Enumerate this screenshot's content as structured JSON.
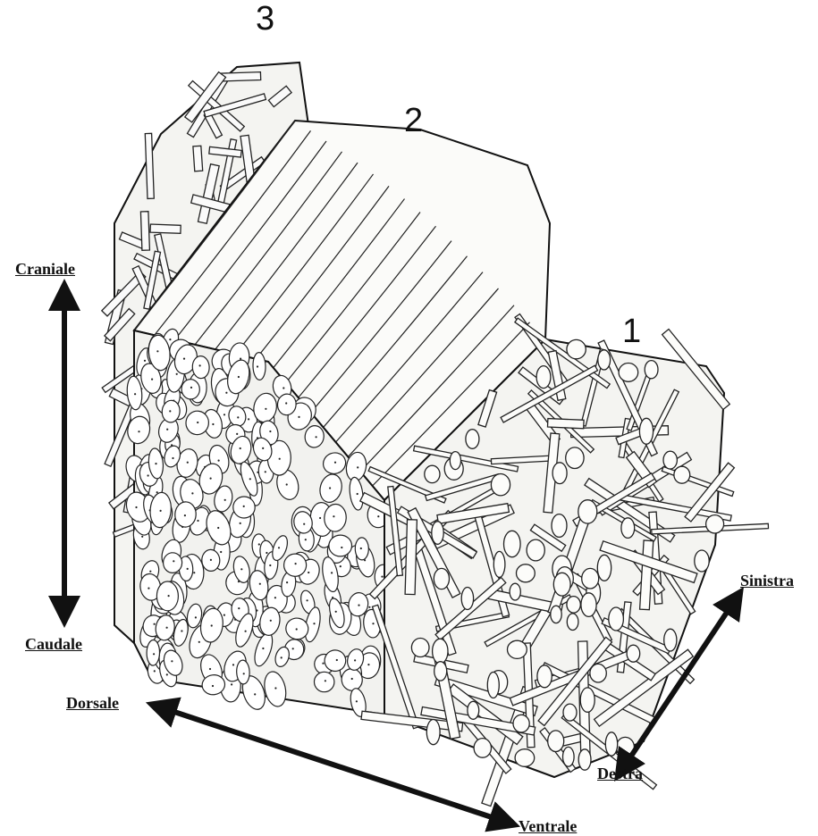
{
  "labels": {
    "num_1": "1",
    "num_2": "2",
    "num_3": "3"
  },
  "directions": {
    "cranial": "Craniale",
    "caudal": "Caudale",
    "dorsal": "Dorsale",
    "ventral": "Ventrale",
    "left": "Sinistra",
    "right": "Destra"
  },
  "colors": {
    "ink": "#111111",
    "paper": "#ffffff",
    "fiber_fill": "#f7f7f5",
    "fiber_shade": "#d9d9d6"
  }
}
